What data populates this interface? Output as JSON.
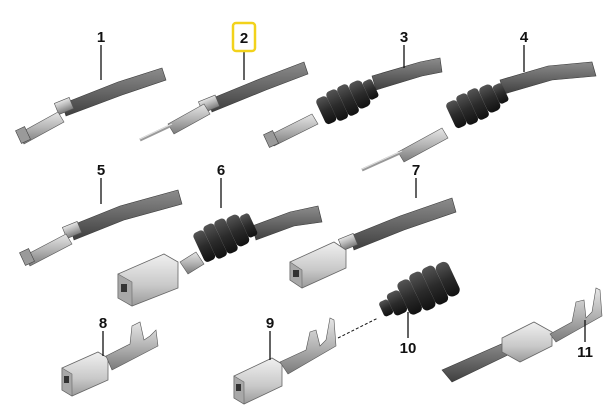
{
  "diagram": {
    "parts": [
      {
        "label": "1",
        "highlighted": false
      },
      {
        "label": "2",
        "highlighted": true
      },
      {
        "label": "3",
        "highlighted": false
      },
      {
        "label": "4",
        "highlighted": false
      },
      {
        "label": "5",
        "highlighted": false
      },
      {
        "label": "6",
        "highlighted": false
      },
      {
        "label": "7",
        "highlighted": false
      },
      {
        "label": "8",
        "highlighted": false
      },
      {
        "label": "9",
        "highlighted": false
      },
      {
        "label": "10",
        "highlighted": false
      },
      {
        "label": "11",
        "highlighted": false
      }
    ],
    "colors": {
      "cable": "#6d6d6d",
      "cable_dark": "#4a4a4a",
      "seal": "#2a2a2a",
      "metal": "#b8b8b8",
      "metal_dark": "#8a8a8a",
      "housing": "#cfcfcf",
      "highlight_box": "#f2d21b",
      "label": "#111111"
    }
  }
}
